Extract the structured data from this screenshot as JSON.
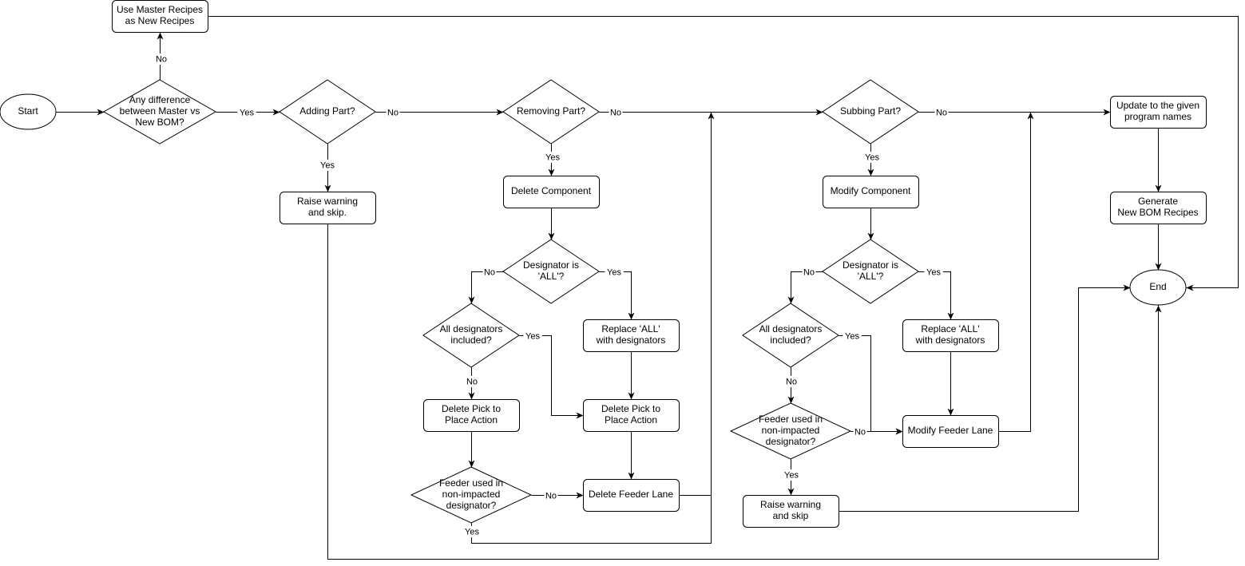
{
  "nodes": {
    "start": "Start",
    "use_master": [
      "Use Master Recipes",
      "as New Recipes"
    ],
    "any_diff": [
      "Any difference",
      "between Master vs",
      "New BOM?"
    ],
    "adding": [
      "Adding Part?"
    ],
    "raise_warn_skip_1": [
      "Raise warning",
      "and skip."
    ],
    "removing": [
      "Removing Part?"
    ],
    "delete_component": [
      "Delete Component"
    ],
    "designator_all_1": [
      "Designator is",
      "'ALL'?"
    ],
    "all_included_1": [
      "All designators",
      "included?"
    ],
    "replace_all_1": [
      "Replace 'ALL'",
      "with designators"
    ],
    "delete_pick_left": [
      "Delete Pick to",
      "Place Action"
    ],
    "delete_pick_right": [
      "Delete Pick to",
      "Place Action"
    ],
    "feeder_used_1": [
      "Feeder used in",
      "non-impacted",
      "designator?"
    ],
    "delete_feeder": [
      "Delete Feeder Lane"
    ],
    "subbing": [
      "Subbing Part?"
    ],
    "modify_component": [
      "Modify Component"
    ],
    "designator_all_2": [
      "Designator is",
      "'ALL'?"
    ],
    "all_included_2": [
      "All designators",
      "included?"
    ],
    "replace_all_2": [
      "Replace 'ALL'",
      "with designators"
    ],
    "feeder_used_2": [
      "Feeder used in",
      "non-impacted",
      "designator?"
    ],
    "modify_feeder": [
      "Modify Feeder Lane"
    ],
    "raise_warn_skip_2": [
      "Raise warning",
      "and skip"
    ],
    "update_names": [
      "Update to the given",
      "program names"
    ],
    "generate": [
      "Generate",
      "New BOM Recipes"
    ],
    "end": "End"
  },
  "edge_labels": {
    "yes": "Yes",
    "no": "No"
  },
  "colors": {
    "stroke": "#000000",
    "fill": "#ffffff",
    "text": "#000000"
  }
}
